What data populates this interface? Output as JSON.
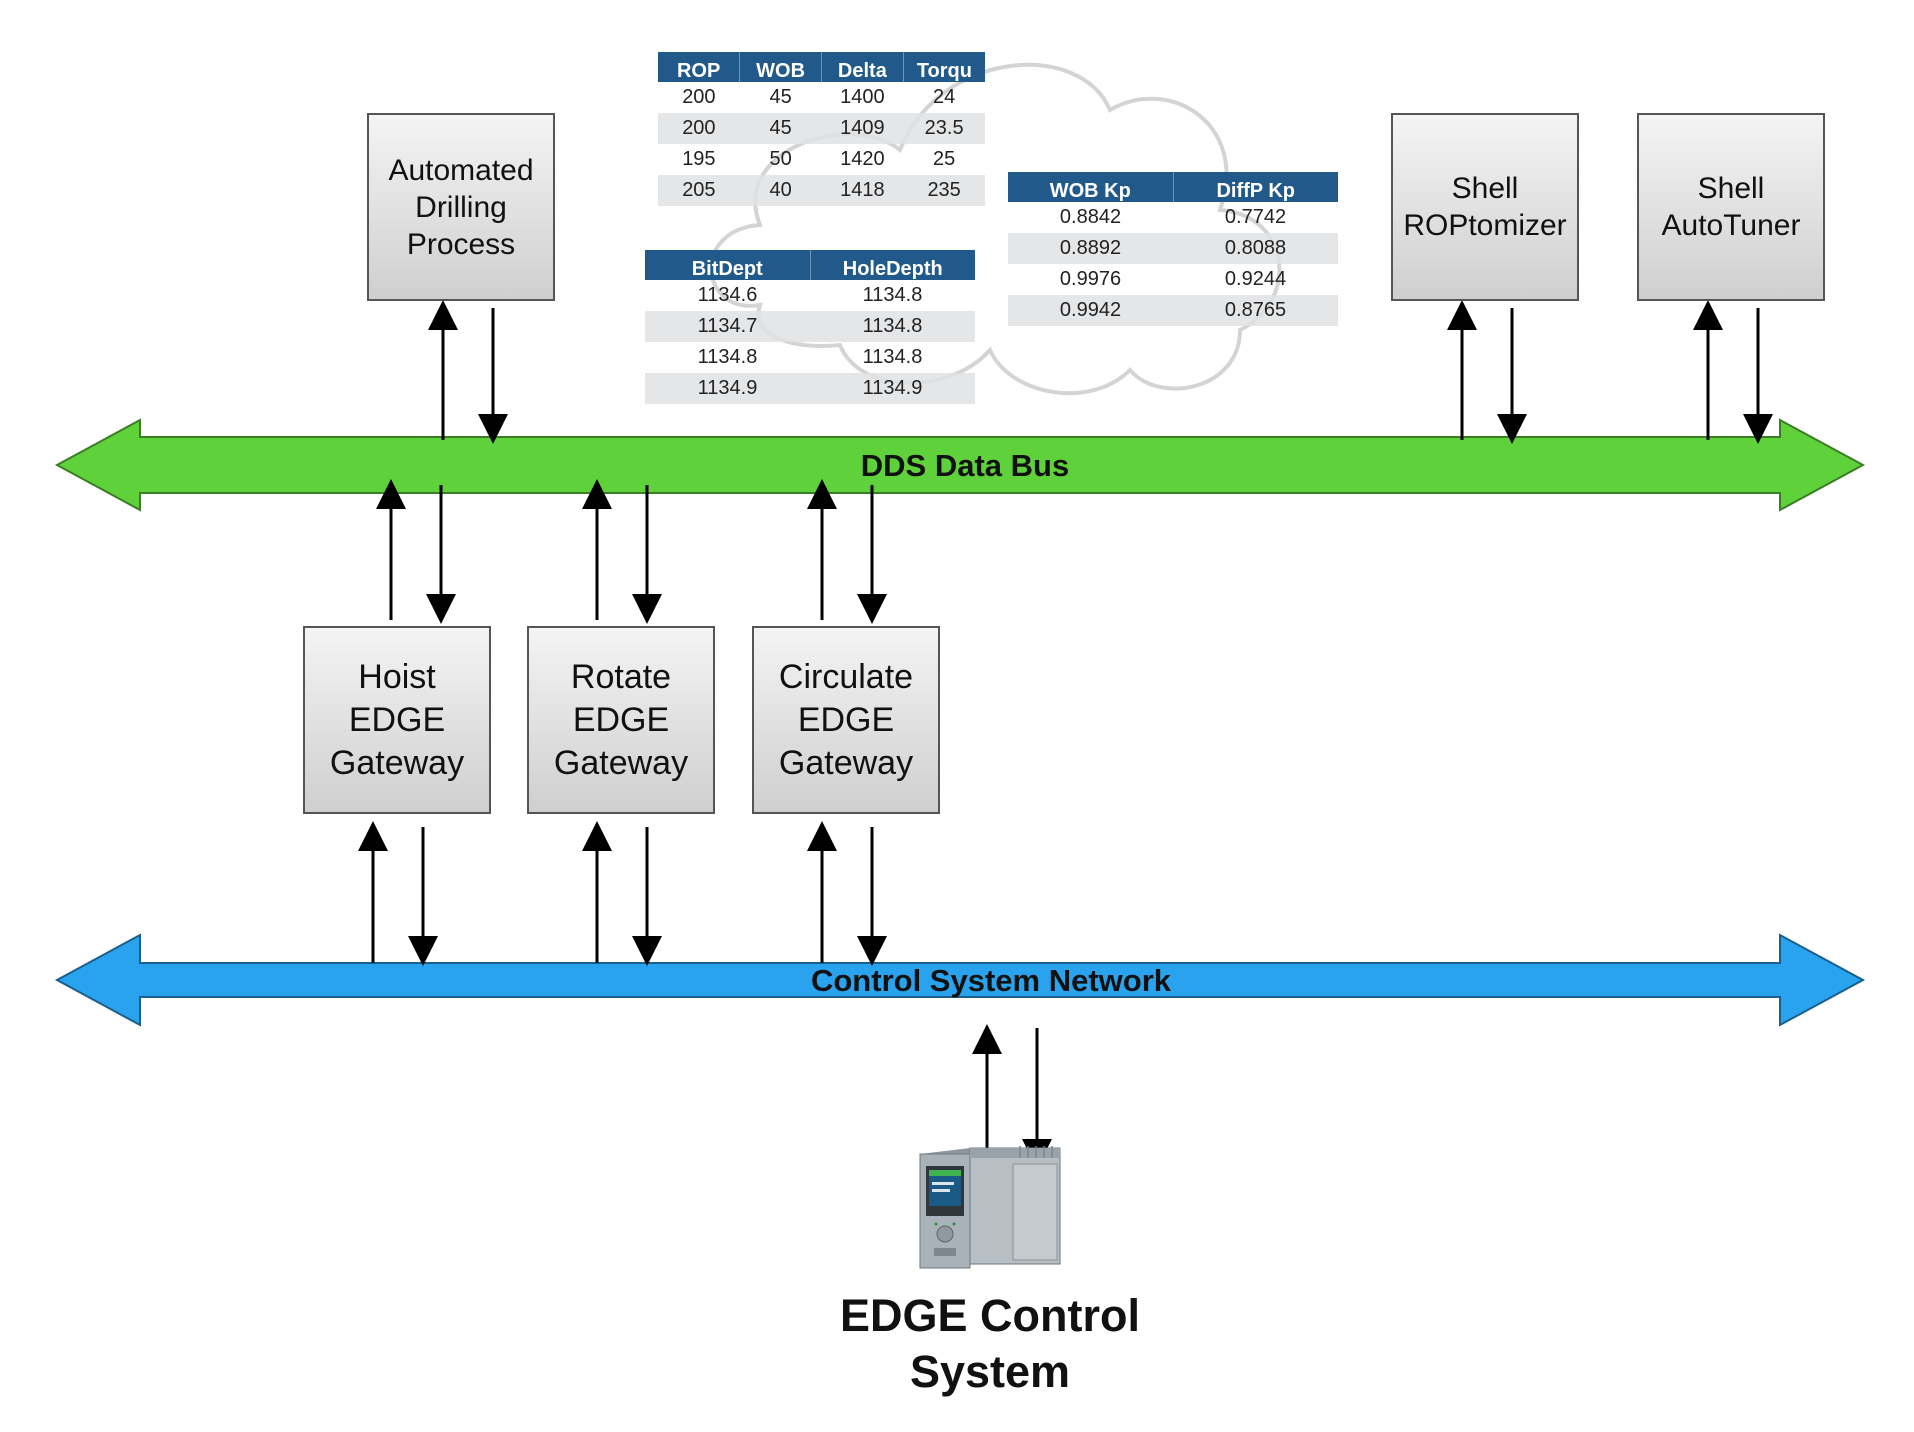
{
  "nodes": {
    "automated_drilling": "Automated\nDrilling\nProcess",
    "shell_roptomizer": "Shell\nROPtomizer",
    "shell_autotuner": "Shell\nAutoTuner",
    "hoist_gateway": "Hoist\nEDGE\nGateway",
    "rotate_gateway": "Rotate\nEDGE\nGateway",
    "circulate_gateway": "Circulate\nEDGE\nGateway",
    "edge_control_system": "EDGE Control\nSystem"
  },
  "buses": {
    "dds": {
      "label": "DDS Data Bus",
      "color": "#5fd13a"
    },
    "control": {
      "label": "Control System Network",
      "color": "#2aa3ef"
    }
  },
  "tables": {
    "drilling": {
      "headers": [
        "ROP",
        "WOB",
        "Delta",
        "Torqu"
      ],
      "rows": [
        [
          "200",
          "45",
          "1400",
          "24"
        ],
        [
          "200",
          "45",
          "1409",
          "23.5"
        ],
        [
          "195",
          "50",
          "1420",
          "25"
        ],
        [
          "205",
          "40",
          "1418",
          "235"
        ]
      ]
    },
    "depth": {
      "headers": [
        "BitDept",
        "HoleDepth"
      ],
      "rows": [
        [
          "1134.6",
          "1134.8"
        ],
        [
          "1134.7",
          "1134.8"
        ],
        [
          "1134.8",
          "1134.8"
        ],
        [
          "1134.9",
          "1134.9"
        ]
      ]
    },
    "gains": {
      "headers": [
        "WOB Kp",
        "DiffP Kp"
      ],
      "rows": [
        [
          "0.8842",
          "0.7742"
        ],
        [
          "0.8892",
          "0.8088"
        ],
        [
          "0.9976",
          "0.9244"
        ],
        [
          "0.9942",
          "0.8765"
        ]
      ]
    }
  },
  "colors": {
    "table_header": "#215a8a",
    "box_border": "#555555",
    "cloud_outline": "#d4d4d4"
  },
  "icons": {
    "cloud": "cloud-icon",
    "plc": "plc-controller-icon"
  }
}
